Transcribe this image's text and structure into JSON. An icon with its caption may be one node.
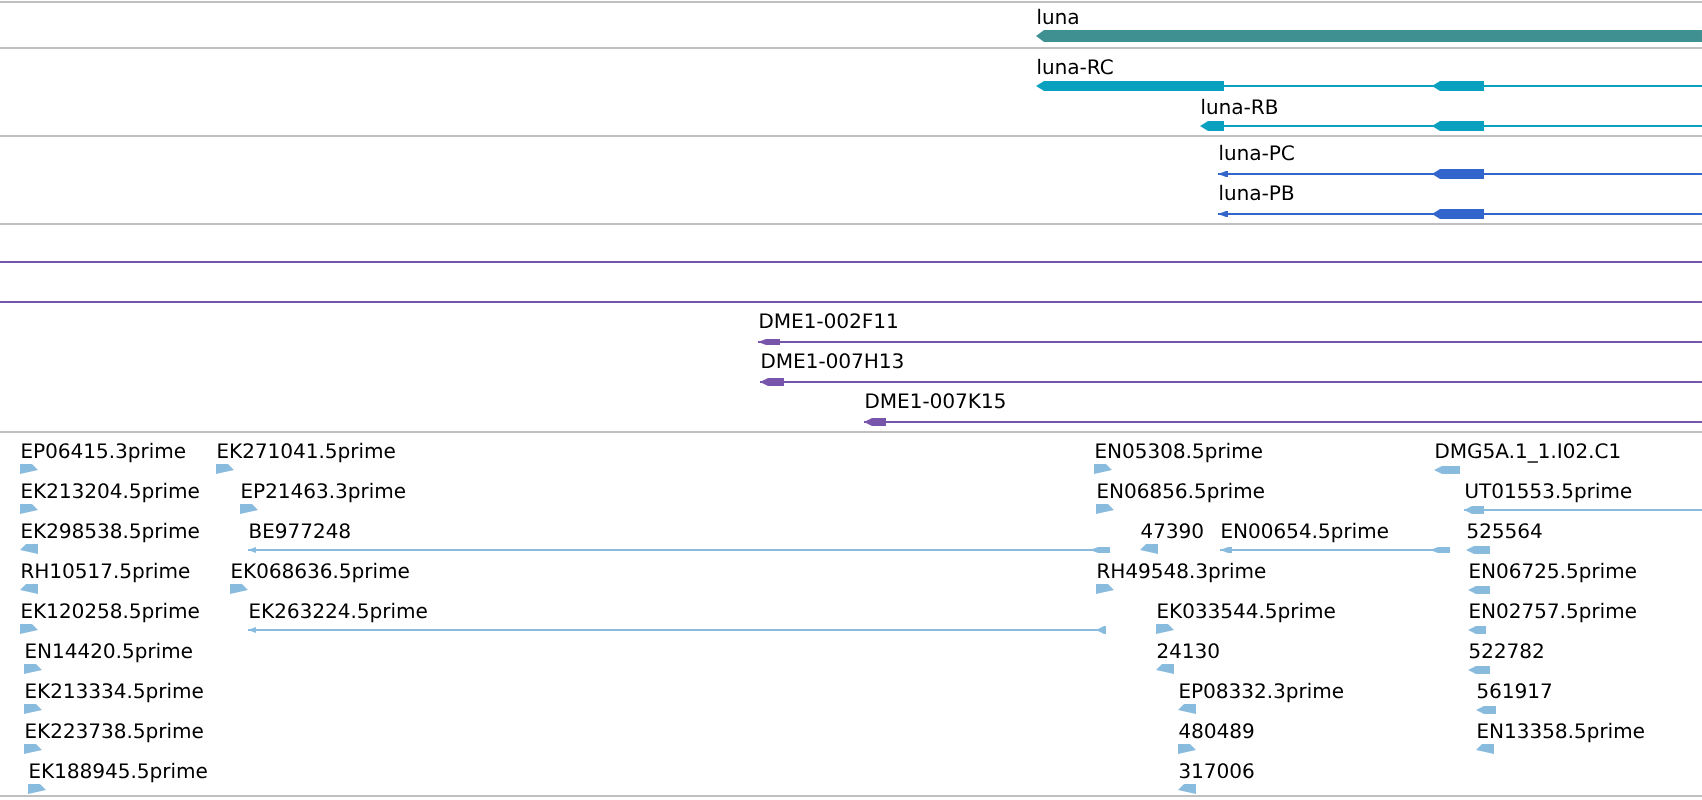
{
  "diagram": {
    "labels": [
      "luna",
      "luna-RC",
      "luna-RB",
      "luna-PC",
      "luna-PB",
      "DME1-002F11",
      "DME1-007H13",
      "DME1-007K15",
      "EP06415.3prime",
      "EK271041.5prime",
      "EN05308.5prime",
      "DMG5A.1_1.I02.C1",
      "EK213204.5prime",
      "EP21463.3prime",
      "EN06856.5prime",
      "UT01553.5prime",
      "EK298538.5prime",
      "BE977248",
      "47390",
      "EN00654.5prime",
      "525564",
      "RH10517.5prime",
      "EK068636.5prime",
      "RH49548.3prime",
      "EN06725.5prime",
      "EK120258.5prime",
      "EK263224.5prime",
      "EK033544.5prime",
      "EN02757.5prime",
      "EN14420.5prime",
      "24130",
      "522782",
      "EK213334.5prime",
      "EP08332.3prime",
      "561917",
      "EK223738.5prime",
      "480489",
      "EN13358.5prime",
      "EK188945.5prime",
      "317006"
    ]
  }
}
